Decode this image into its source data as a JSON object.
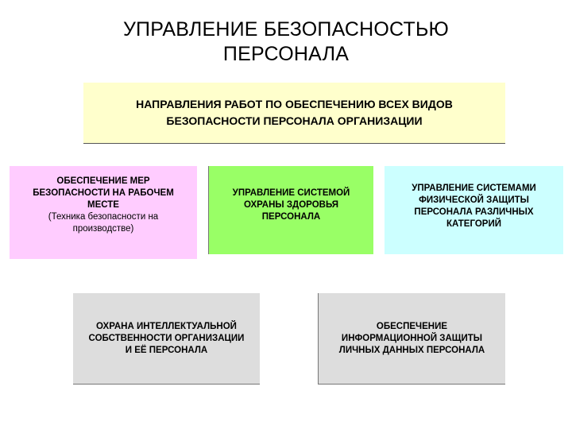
{
  "title": {
    "line1": "УПРАВЛЕНИЕ БЕЗОПАСНОСТЬЮ",
    "line2": "ПЕРСОНАЛА"
  },
  "main_box": {
    "line1": "НАПРАВЛЕНИЯ РАБОТ ПО ОБЕСПЕЧЕНИЮ ВСЕХ ВИДОВ",
    "line2": "БЕЗОПАСНОСТИ ПЕРСОНАЛА ОРГАНИЗАЦИИ",
    "color": "#ffffcc"
  },
  "boxes": [
    {
      "lines": [
        "ОБЕСПЕЧЕНИЕ МЕР",
        "БЕЗОПАСНОСТИ НА РАБОЧЕМ",
        "МЕСТЕ"
      ],
      "note_lines": [
        "(Техника безопасности на",
        "производстве)"
      ],
      "color": "#ffccff"
    },
    {
      "lines": [
        "УПРАВЛЕНИЕ СИСТЕМОЙ",
        "ОХРАНЫ ЗДОРОВЬЯ",
        "ПЕРСОНАЛА"
      ],
      "color": "#99ff66"
    },
    {
      "lines": [
        "УПРАВЛЕНИЕ СИСТЕМАМИ",
        "ФИЗИЧЕСКОЙ ЗАЩИТЫ",
        "ПЕРСОНАЛА РАЗЛИЧНЫХ",
        "КАТЕГОРИЙ"
      ],
      "color": "#ccffff"
    },
    {
      "lines": [
        "ОХРАНА ИНТЕЛЛЕКТУАЛЬНОЙ",
        "СОБСТВЕННОСТИ ОРГАНИЗАЦИИ",
        "И ЕЁ ПЕРСОНАЛА"
      ],
      "color": "#dddddd"
    },
    {
      "lines": [
        "ОБЕСПЕЧЕНИЕ",
        "ИНФОРМАЦИОННОЙ ЗАЩИТЫ",
        "ЛИЧНЫХ ДАННЫХ ПЕРСОНАЛА"
      ],
      "color": "#dddddd"
    }
  ]
}
